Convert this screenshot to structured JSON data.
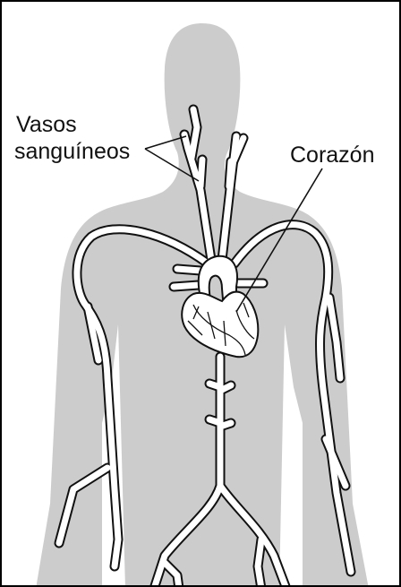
{
  "labels": {
    "blood_vessels_line1": "Vasos",
    "blood_vessels_line2": "sanguíneos",
    "heart": "Corazón"
  },
  "colors": {
    "body": "#cccccc",
    "vessel_fill": "#ffffff",
    "outline": "#111111",
    "frame": "#000000"
  }
}
